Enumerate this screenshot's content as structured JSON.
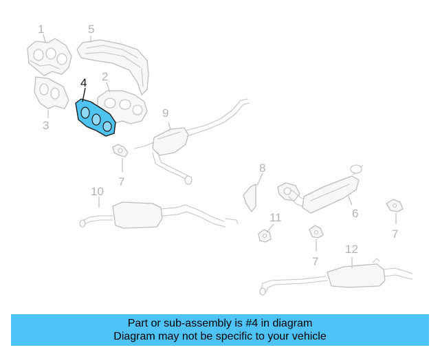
{
  "callouts": [
    "1",
    "2",
    "3",
    "4",
    "5",
    "6",
    "7",
    "8",
    "9",
    "10",
    "11",
    "12"
  ],
  "highlighted_callout": "4",
  "highlight_color": "#4fc3f7",
  "banner": {
    "line1": "Part or sub-assembly is #4 in diagram",
    "line2": "Diagram may not be specific to your vehicle"
  }
}
